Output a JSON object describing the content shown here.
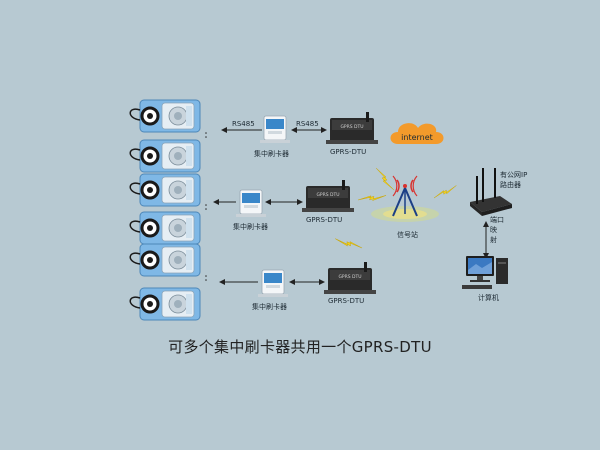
{
  "labels": {
    "rs485_left": "RS485",
    "rs485_right": "RS485",
    "reader_1": "集中刷卡器",
    "reader_2": "集中刷卡器",
    "reader_3": "集中刷卡器",
    "dtu_1": "GPRS-DTU",
    "dtu_2": "GPRS-DTU",
    "dtu_3": "GPRS-DTU",
    "internet": "internet",
    "base_station": "信号站",
    "public_ip_router": "有公网IP\n路由器",
    "port_mapping": "端口映射",
    "computer": "计算机"
  },
  "caption": "可多个集中刷卡器共用一个GPRS-DTU",
  "colors": {
    "background": "#b7c9d2",
    "lightning": "#f2d21b",
    "internet_cloud": "#f39a2b",
    "device_dark": "#2a2a2a",
    "reader_blue": "#3a87c9",
    "meter_blue": "#7fb8e6"
  }
}
